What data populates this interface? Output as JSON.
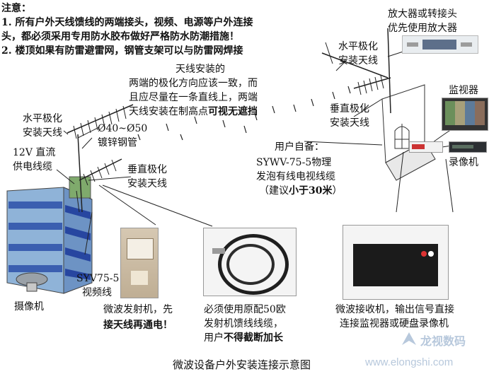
{
  "notes": {
    "title": "注意：",
    "line1": "1. 所有户外天线馈线的两端接头，视频、电源等户外连接",
    "line2": "头，都必须采用专用防水胶布做好严格防水防潮措施！",
    "line3": "2. 楼顶如果有防雷避雷网，钢管支架可以与防雷网焊接"
  },
  "labels": {
    "amp_line1": "放大器或转接头",
    "amp_line2": "优先使用放大器",
    "hpol_right_1": "水平极化",
    "hpol_right_2": "安装天线",
    "install_1": "天线安装的",
    "install_2": "两端的极化方向应该一致，而",
    "install_3": "且应尽量在一条直线上，两端",
    "install_4a": "天线安装在制高点",
    "install_4b": "可视无遮挡",
    "monitor": "监视器",
    "vpol_right_1": "垂直极化",
    "vpol_right_2": "安装天线",
    "hpol_left_1": "水平极化",
    "hpol_left_2": "安装天线",
    "pipe_1": "Ø40~Ø50",
    "pipe_2": "镀锌钢管",
    "user_1": "用户自备：",
    "user_2": "SYWV-75-5物理",
    "user_3": "发泡有线电视线缆",
    "user_4a": "（建议",
    "user_4b": "小于30米",
    "user_4c": "）",
    "recorder": "录像机",
    "power_1": "12V 直流",
    "power_2": "供电线缆",
    "vpol_left_1": "垂直极化",
    "vpol_left_2": "安装天线",
    "syv_1": "SYV75-5",
    "syv_2": "视频线",
    "camera": "摄像机",
    "tx_1": "微波发射机，先",
    "tx_2": "接天线再通电！",
    "cable_1": "必须使用原配50欧",
    "cable_2": "发射机馈线线缆，",
    "cable_3a": "用户",
    "cable_3b": "不得截断加长",
    "rx_1": "微波接收机，输出信号直接",
    "rx_2": "连接监视器或硬盘录像机",
    "caption": "微波设备户外安装连接示意图",
    "watermark_brand": "龙视数码",
    "watermark_url": "www.elongshi.com"
  }
}
